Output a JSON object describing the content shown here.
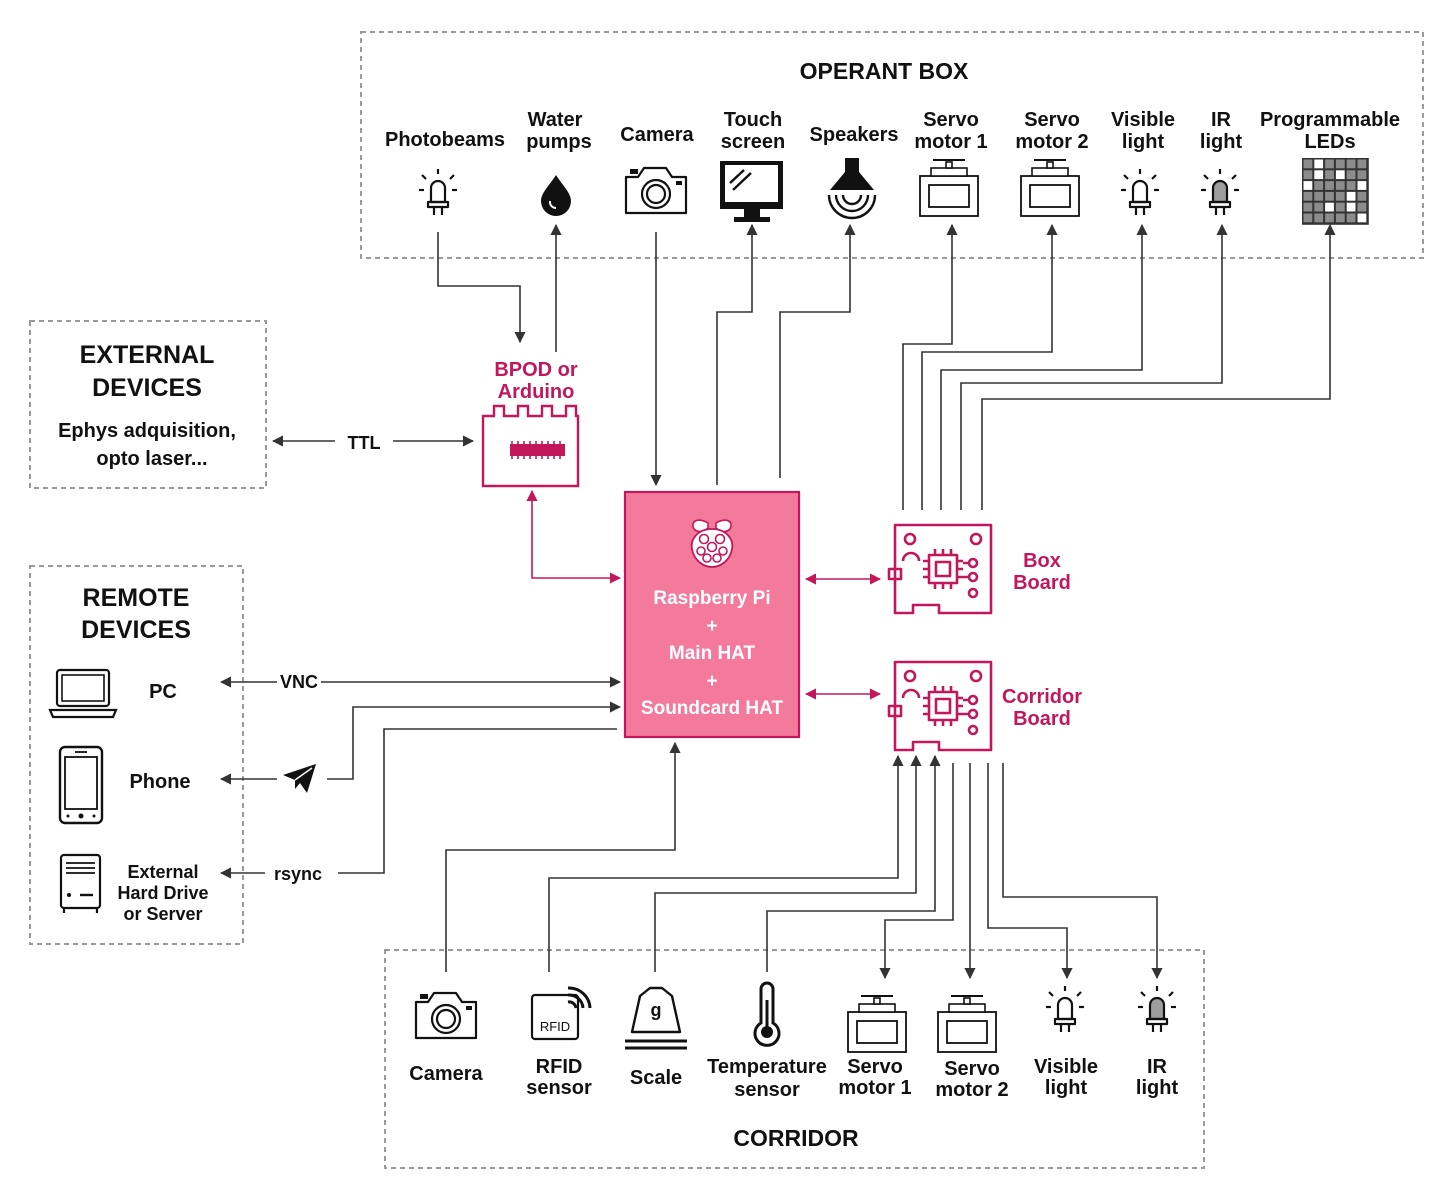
{
  "operant_box": {
    "title": "OPERANT BOX",
    "devices": [
      {
        "line1": "Photobeams",
        "line2": "",
        "icon": "photobeam-led-icon"
      },
      {
        "line1": "Water",
        "line2": "pumps",
        "icon": "water-drop-icon"
      },
      {
        "line1": "Camera",
        "line2": "",
        "icon": "camera-icon"
      },
      {
        "line1": "Touch",
        "line2": "screen",
        "icon": "monitor-icon"
      },
      {
        "line1": "Speakers",
        "line2": "",
        "icon": "speaker-icon"
      },
      {
        "line1": "Servo",
        "line2": "motor 1",
        "icon": "servo-icon"
      },
      {
        "line1": "Servo",
        "line2": "motor 2",
        "icon": "servo-icon"
      },
      {
        "line1": "Visible",
        "line2": "light",
        "icon": "led-icon"
      },
      {
        "line1": "IR",
        "line2": "light",
        "icon": "ir-led-icon"
      },
      {
        "line1": "Programmable",
        "line2": "LEDs",
        "icon": "led-matrix-icon"
      }
    ]
  },
  "external_devices": {
    "title_line1": "EXTERNAL",
    "title_line2": "DEVICES",
    "desc_line1": "Ephys adquisition,",
    "desc_line2": "opto laser..."
  },
  "remote_devices": {
    "title_line1": "REMOTE",
    "title_line2": "DEVICES",
    "pc": "PC",
    "phone": "Phone",
    "storage_line1": "External",
    "storage_line2": "Hard Drive",
    "storage_line3": "or Server"
  },
  "connections": {
    "ttl": "TTL",
    "vnc": "VNC",
    "rsync": "rsync",
    "telegram_icon": "telegram-icon"
  },
  "bpod": {
    "line1": "BPOD or",
    "line2": "Arduino"
  },
  "raspberry": {
    "line1": "Raspberry Pi",
    "plus1": "+",
    "line2": "Main HAT",
    "plus2": "+",
    "line3": "Soundcard HAT"
  },
  "box_board": {
    "line1": "Box",
    "line2": "Board"
  },
  "corridor_board": {
    "line1": "Corridor",
    "line2": "Board"
  },
  "corridor": {
    "title": "CORRIDOR",
    "devices": [
      {
        "line1": "Camera",
        "line2": "",
        "icon": "camera-icon"
      },
      {
        "line1": "RFID",
        "line2": "sensor",
        "icon": "rfid-icon",
        "icon_text": "RFID"
      },
      {
        "line1": "Scale",
        "line2": "",
        "icon": "scale-icon",
        "icon_text": "g"
      },
      {
        "line1": "Temperature",
        "line2": "sensor",
        "icon": "thermometer-icon"
      },
      {
        "line1": "Servo",
        "line2": "motor 1",
        "icon": "servo-icon"
      },
      {
        "line1": "Servo",
        "line2": "motor 2",
        "icon": "servo-icon"
      },
      {
        "line1": "Visible",
        "line2": "light",
        "icon": "led-icon"
      },
      {
        "line1": "IR",
        "line2": "light",
        "icon": "ir-led-icon"
      }
    ]
  },
  "colors": {
    "accent": "#c2185b",
    "pi_fill": "#f47a9c",
    "line": "#333333",
    "dashed_border": "#9a9a9a"
  }
}
